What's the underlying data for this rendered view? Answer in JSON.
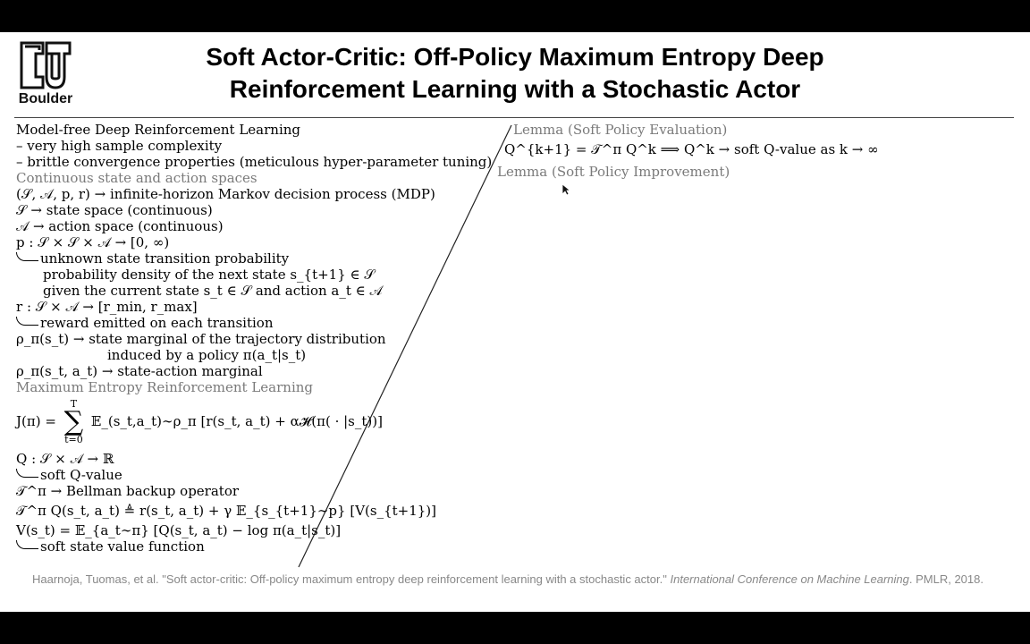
{
  "header": {
    "logo_alt": "CU",
    "logo_caption": "Boulder",
    "title_line1": "Soft Actor-Critic: Off-Policy Maximum Entropy Deep",
    "title_line2": "Reinforcement Learning with a Stochastic Actor"
  },
  "left": {
    "l1": "Model-free Deep Reinforcement Learning",
    "l2": "– very high sample complexity",
    "l3": "– brittle convergence properties (meticulous hyper-parameter tuning)",
    "l4": "Continuous state and action spaces",
    "l5": "(𝒮, 𝒜, p, r) → infinite-horizon Markov decision process (MDP)",
    "l6": "𝒮 → state space (continuous)",
    "l7": "𝒜 → action space (continuous)",
    "l8": "p : 𝒮 × 𝒮 × 𝒜 → [0, ∞)",
    "l9": "unknown state transition probability",
    "l10": "probability density of the next state s_{t+1} ∈ 𝒮",
    "l11": "given the current state s_t ∈ 𝒮 and action a_t ∈ 𝒜",
    "l12": "r : 𝒮 × 𝒜 → [r_min, r_max]",
    "l13": "reward emitted on each transition",
    "l14": "ρ_π(s_t) → state marginal of the trajectory distribution",
    "l15": "induced by a policy π(a_t|s_t)",
    "l16": "ρ_π(s_t, a_t) → state-action marginal",
    "l17": "Maximum Entropy Reinforcement Learning",
    "eq_lhs": "J(π) =",
    "sum_top": "T",
    "sum_sym": "∑",
    "sum_bot": "t=0",
    "eq_rhs": "𝔼_(s_t,a_t)∼ρ_π [r(s_t, a_t) + α𝓗(π( · |s_t))]",
    "l19": "Q : 𝒮 × 𝒜 → ℝ",
    "l20": "soft Q-value",
    "l21": "𝒯^π → Bellman backup operator",
    "l22": "𝒯^π Q(s_t, a_t) ≜ r(s_t, a_t) + γ 𝔼_{s_{t+1}∼p} [V(s_{t+1})]",
    "l23": "V(s_t) = 𝔼_{a_t∼π} [Q(s_t, a_t) − log π(a_t|s_t)]",
    "l24": "soft state value function"
  },
  "right": {
    "r1": "Lemma (Soft Policy Evaluation)",
    "r2": "Q^{k+1} = 𝒯^π Q^k ⟹ Q^k → soft Q-value as k → ∞",
    "r3": "Lemma (Soft Policy Improvement)"
  },
  "reference": {
    "authors": "Haarnoja, Tuomas, et al. \"Soft actor-critic: Off-policy maximum entropy deep reinforcement learning with a stochastic actor.\"",
    "venue": "International Conference on Machine Learning",
    "tail": ". PMLR, 2018."
  }
}
